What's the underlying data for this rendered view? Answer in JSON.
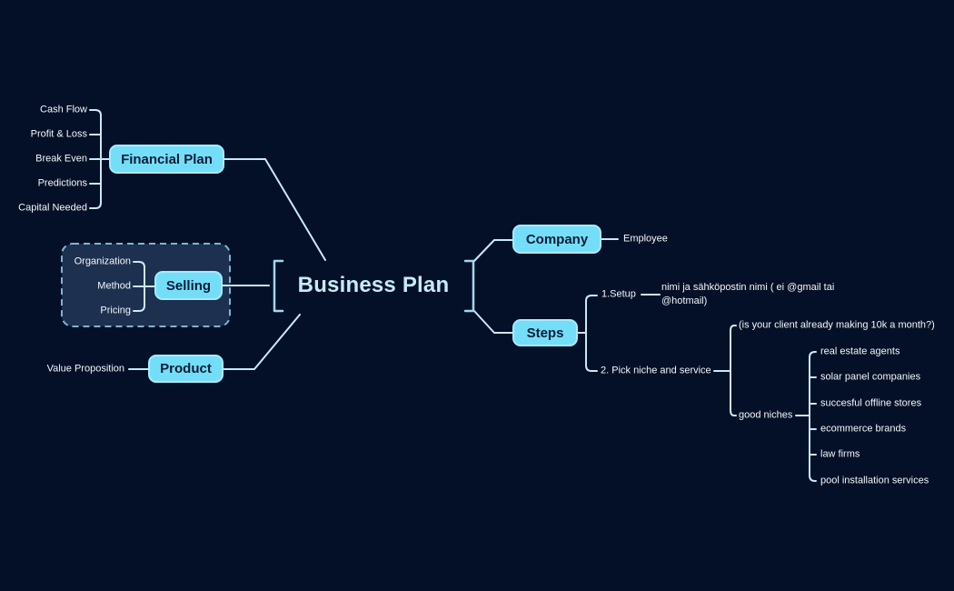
{
  "canvas": {
    "background_color": "#041027",
    "node_fill_color": "#74def9",
    "node_border_color": "#a6ebfd",
    "node_text_color": "#0a1c36",
    "connector_color": "#c9e9f8",
    "bracket_color": "#a2d6ee",
    "label_text_color": "#f3f7fa",
    "title_text_color": "#c6ebfa",
    "group_fill_color": "#1d3050",
    "group_border_color": "#7fb5cf"
  },
  "central": {
    "title": "Business Plan"
  },
  "left": {
    "financial": {
      "label": "Financial Plan",
      "items": [
        "Cash Flow",
        "Profit & Loss",
        "Break Even",
        "Predictions",
        "Capital Needed"
      ]
    },
    "selling": {
      "label": "Selling",
      "items": [
        "Organization",
        "Method",
        "Pricing"
      ]
    },
    "product": {
      "label": "Product",
      "items": [
        "Value Proposition"
      ]
    }
  },
  "right": {
    "company": {
      "label": "Company",
      "child": "Employee"
    },
    "steps": {
      "label": "Steps",
      "setup": {
        "label": "1.Setup",
        "note": "nimi ja sähköpostin nimi ( ei @gmail tai @hotmail)"
      },
      "pick": {
        "label": "2. Pick niche and service",
        "question": "(is your client already making 10k a month?)",
        "niches_label": "good niches",
        "niches": [
          "real estate agents",
          "solar panel companies",
          "succesful offline stores",
          "ecommerce brands",
          "law firms",
          "pool installation services"
        ]
      }
    }
  }
}
